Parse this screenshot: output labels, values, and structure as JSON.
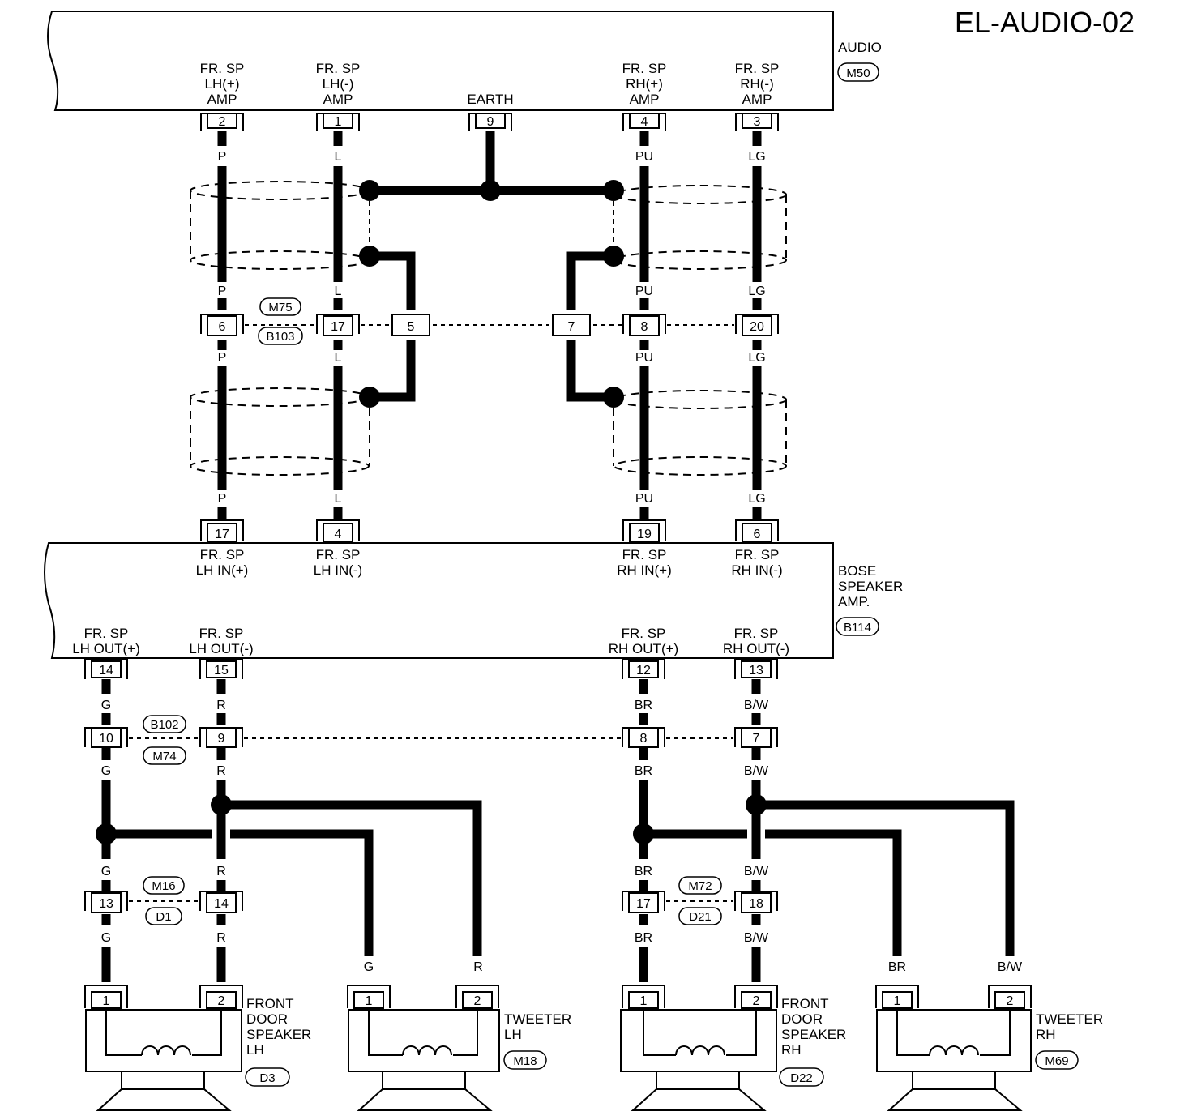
{
  "title": "EL-AUDIO-02",
  "components": {
    "audio": {
      "name": [
        "AUDIO"
      ],
      "connector": "M50"
    },
    "bose_amp": {
      "name": [
        "BOSE",
        "SPEAKER",
        "AMP."
      ],
      "connector": "B114"
    },
    "front_door_lh": {
      "name": [
        "FRONT",
        "DOOR",
        "SPEAKER",
        "LH"
      ],
      "connector": "D3"
    },
    "tweeter_lh": {
      "name": [
        "TWEETER",
        "LH"
      ],
      "connector": "M18"
    },
    "front_door_rh": {
      "name": [
        "FRONT",
        "DOOR",
        "SPEAKER",
        "RH"
      ],
      "connector": "D22"
    },
    "tweeter_rh": {
      "name": [
        "TWEETER",
        "RH"
      ],
      "connector": "M69"
    }
  },
  "audio_terminals": [
    {
      "pin": "2",
      "label": [
        "FR. SP",
        "LH(+)",
        "AMP"
      ]
    },
    {
      "pin": "1",
      "label": [
        "FR. SP",
        "LH(-)",
        "AMP"
      ]
    },
    {
      "pin": "9",
      "label": [
        "EARTH"
      ]
    },
    {
      "pin": "4",
      "label": [
        "FR. SP",
        "RH(+)",
        "AMP"
      ]
    },
    {
      "pin": "3",
      "label": [
        "FR. SP",
        "RH(-)",
        "AMP"
      ]
    }
  ],
  "amp_inputs": [
    {
      "pin": "17",
      "label": [
        "FR. SP",
        "LH IN(+)"
      ]
    },
    {
      "pin": "4",
      "label": [
        "FR. SP",
        "LH IN(-)"
      ]
    },
    {
      "pin": "19",
      "label": [
        "FR. SP",
        "RH IN(+)"
      ]
    },
    {
      "pin": "6",
      "label": [
        "FR. SP",
        "RH IN(-)"
      ]
    }
  ],
  "amp_outputs": [
    {
      "pin": "14",
      "label": [
        "FR. SP",
        "LH OUT(+)"
      ]
    },
    {
      "pin": "15",
      "label": [
        "FR. SP",
        "LH OUT(-)"
      ]
    },
    {
      "pin": "12",
      "label": [
        "FR. SP",
        "RH OUT(+)"
      ]
    },
    {
      "pin": "13",
      "label": [
        "FR. SP",
        "RH OUT(-)"
      ]
    }
  ],
  "joint_connectors": {
    "upper": {
      "ids": [
        "M75",
        "B103"
      ],
      "pins": [
        "6",
        "17",
        "5",
        "7",
        "8",
        "20"
      ]
    },
    "middle": {
      "ids": [
        "B102",
        "M74"
      ],
      "pins": [
        "10",
        "9",
        "8",
        "7"
      ]
    },
    "lower_lh": {
      "ids": [
        "M16",
        "D1"
      ],
      "pins": [
        "13",
        "14"
      ]
    },
    "lower_rh": {
      "ids": [
        "M72",
        "D21"
      ],
      "pins": [
        "17",
        "18"
      ]
    }
  },
  "wire_colors": {
    "upper": [
      "P",
      "L",
      "PU",
      "LG"
    ],
    "middle": [
      "G",
      "R",
      "BR",
      "B/W"
    ],
    "tweeter": [
      "G",
      "R",
      "BR",
      "B/W"
    ]
  },
  "speaker_pins": [
    "1",
    "2"
  ]
}
